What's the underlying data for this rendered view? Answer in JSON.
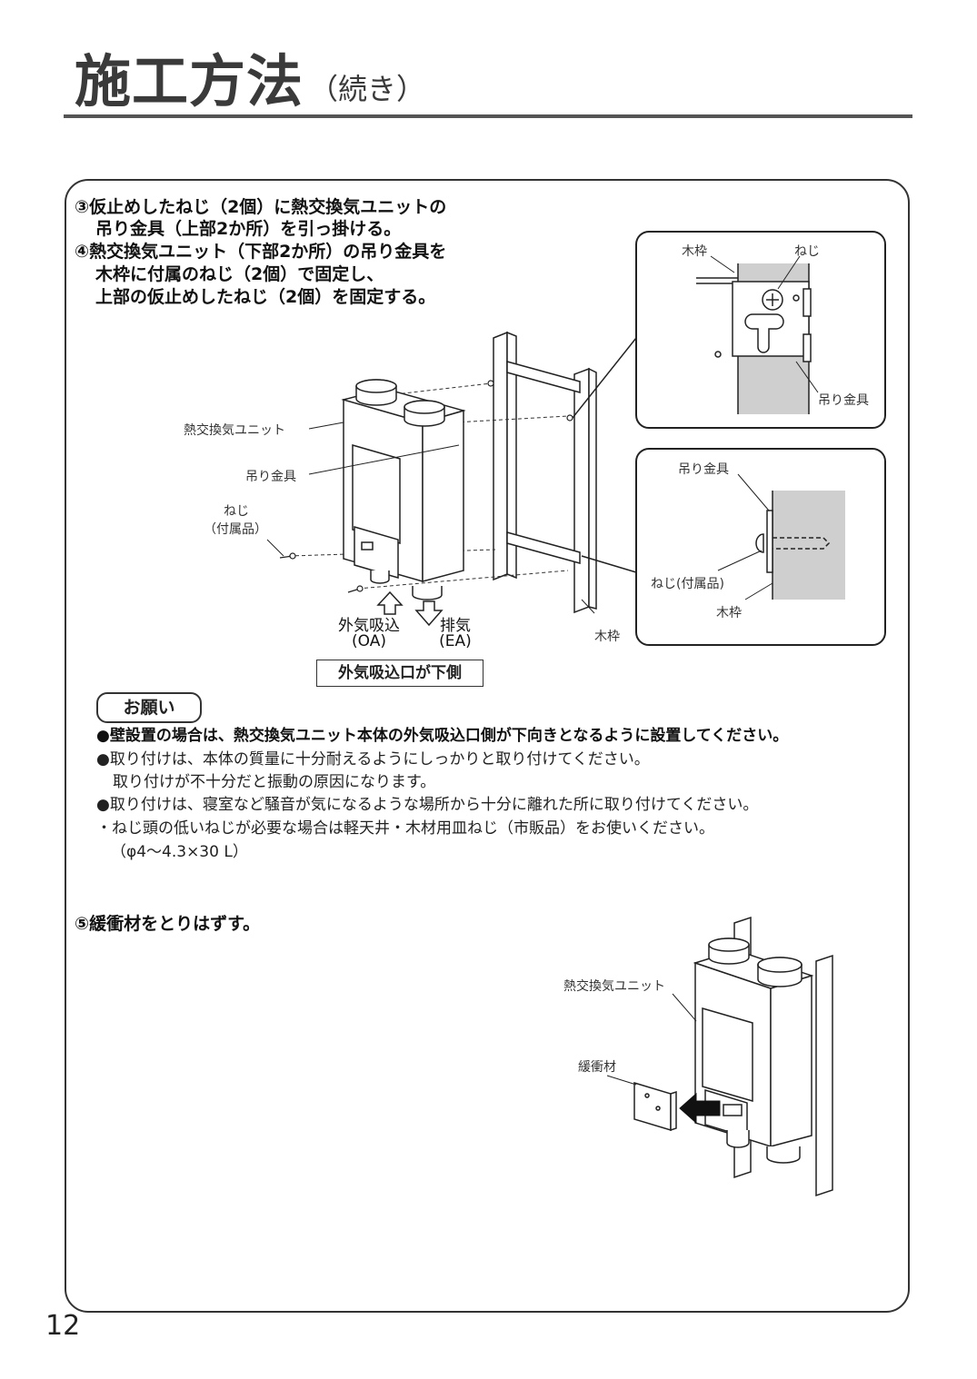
{
  "header": {
    "title": "施工方法",
    "subtitle": "（続き）"
  },
  "steps": {
    "s3_line1": "③仮止めしたねじ（2個）に熱交換気ユニットの",
    "s3_line2": "吊り金具（上部2か所）を引っ掛ける。",
    "s4_line1": "④熱交換気ユニット（下部2か所）の吊り金具を",
    "s4_line2": "木枠に付属のねじ（2個）で固定し、",
    "s4_line3": "上部の仮止めしたねじ（2個）を固定する。",
    "s5": "⑤緩衝材をとりはずす。"
  },
  "diagram1": {
    "unit_label": "熱交換気ユニット",
    "hanger_label": "吊り金具",
    "screw_label_1": "ねじ",
    "screw_label_2": "（付属品）",
    "frame_label": "木枠",
    "oa_label_1": "外気吸込",
    "oa_label_2": "(OA)",
    "ea_label_1": "排気",
    "ea_label_2": "(EA)",
    "intake_note": "外気吸込口が下側"
  },
  "detail_top": {
    "frame": "木枠",
    "screw": "ねじ",
    "hanger": "吊り金具"
  },
  "detail_bottom": {
    "hanger": "吊り金具",
    "screw": "ねじ(付属品)",
    "frame": "木枠"
  },
  "request": {
    "heading": "お願い",
    "b1": "●壁設置の場合は、熱交換気ユニット本体の外気吸込口側が下向きとなるように設置してください。",
    "b2": "●取り付けは、本体の質量に十分耐えるようにしっかりと取り付けてください。",
    "b2_cont": "取り付けが不十分だと振動の原因になります。",
    "b3": "●取り付けは、寝室など騒音が気になるような場所から十分に離れた所に取り付けてください。",
    "b4": "・ねじ頭の低いねじが必要な場合は軽天井・木材用皿ねじ（市販品）をお使いください。",
    "b4_cont": "（φ4〜4.3×30 L）"
  },
  "diagram2": {
    "unit_label": "熱交換気ユニット",
    "cushion_label": "緩衝材"
  },
  "page_number": "12"
}
